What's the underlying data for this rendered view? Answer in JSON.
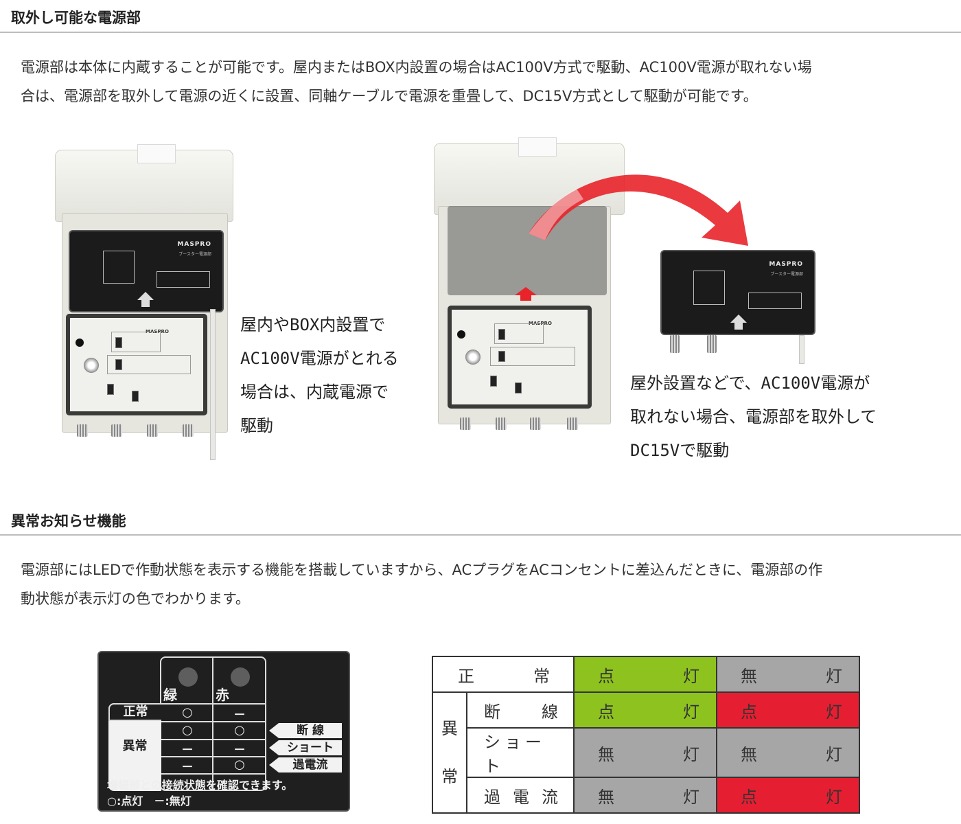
{
  "section1": {
    "title": "取外し可能な電源部",
    "paragraph_lines": [
      "電源部は本体に内蔵することが可能です。屋内またはBOX内設置の場合はAC100V方式で駆動、AC100V電源が取れない場",
      "合は、電源部を取外して電源の近くに設置、同軸ケーブルで電源を重畳して、DC15V方式として駆動が可能です。"
    ],
    "figure_left": {
      "brand": "MASPRO",
      "psu_label": "ブースター電源部",
      "caption_lines": [
        "屋内やBOX内設置で",
        "AC100V電源がとれる",
        "場合は、内蔵電源で",
        "駆動"
      ]
    },
    "figure_right": {
      "brand": "MASPRO",
      "psu_label": "ブースター電源部",
      "caption_lines": [
        "屋外設置などで、AC100V電源が",
        "取れない場合、電源部を取外して",
        "DC15Vで駆動"
      ],
      "arrow_color": "#e8242a"
    }
  },
  "section2": {
    "title": "異常お知らせ機能",
    "paragraph_lines": [
      "電源部にはLEDで作動状態を表示する機能を搭載していますから、ACプラグをACコンセントに差込んだときに、電源部の作",
      "動状態が表示灯の色でわかります。"
    ],
    "led_label": {
      "columns": [
        "緑",
        "赤"
      ],
      "normal_label": "正常",
      "abnormal_label": "異常",
      "rows": [
        {
          "green": "○",
          "red": "－"
        },
        {
          "green": "○",
          "red": "○",
          "tag": "断 線"
        },
        {
          "green": "－",
          "red": "－",
          "tag": "ショート"
        },
        {
          "green": "－",
          "red": "○",
          "tag": "過電流"
        }
      ],
      "footer_line1": "増幅部との接続状態を確認できます。",
      "footer_line2": "○:点灯　－:無灯"
    },
    "status_table": {
      "colors": {
        "green": "#8dc21f",
        "gray": "#a6a6a6",
        "red": "#e61e31"
      },
      "normal": {
        "label": [
          "正",
          "常"
        ],
        "green": [
          "点",
          "灯"
        ],
        "red": [
          "無",
          "灯"
        ]
      },
      "abnormal_label": [
        "異",
        "常"
      ],
      "abnormal_rows": [
        {
          "label": [
            "断",
            "線"
          ],
          "green": [
            "点",
            "灯"
          ],
          "red": [
            "点",
            "灯"
          ]
        },
        {
          "label": [
            "ショート"
          ],
          "green": [
            "無",
            "灯"
          ],
          "red": [
            "無",
            "灯"
          ]
        },
        {
          "label": [
            "過",
            "電",
            "流"
          ],
          "green": [
            "無",
            "灯"
          ],
          "red": [
            "点",
            "灯"
          ]
        }
      ]
    }
  }
}
